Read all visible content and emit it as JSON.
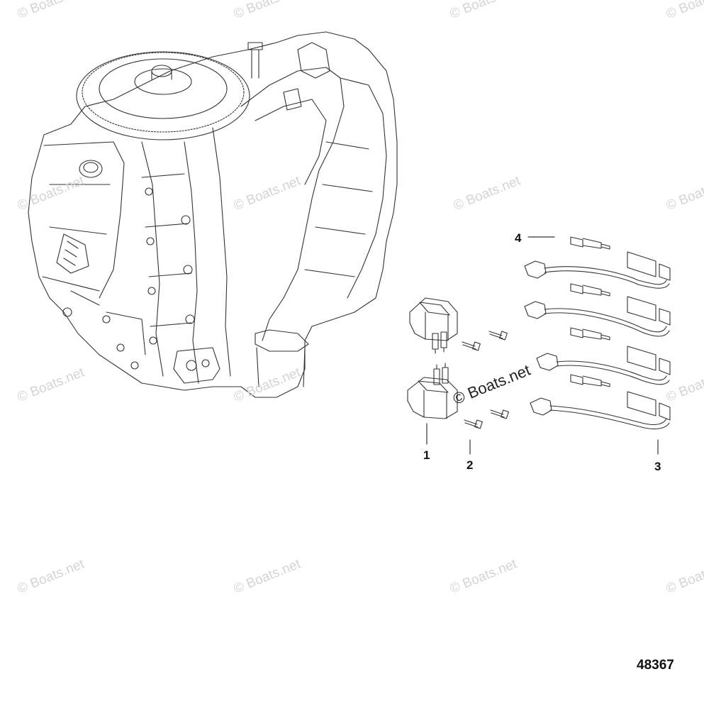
{
  "diagram": {
    "figure_number": "48367",
    "watermark_text": "© Boats.net",
    "callouts": [
      {
        "id": "1",
        "label": "1"
      },
      {
        "id": "2",
        "label": "2"
      },
      {
        "id": "3",
        "label": "3"
      },
      {
        "id": "4",
        "label": "4"
      }
    ],
    "colors": {
      "line": "#333333",
      "watermark": "#d4d4d4",
      "background": "#ffffff"
    }
  }
}
